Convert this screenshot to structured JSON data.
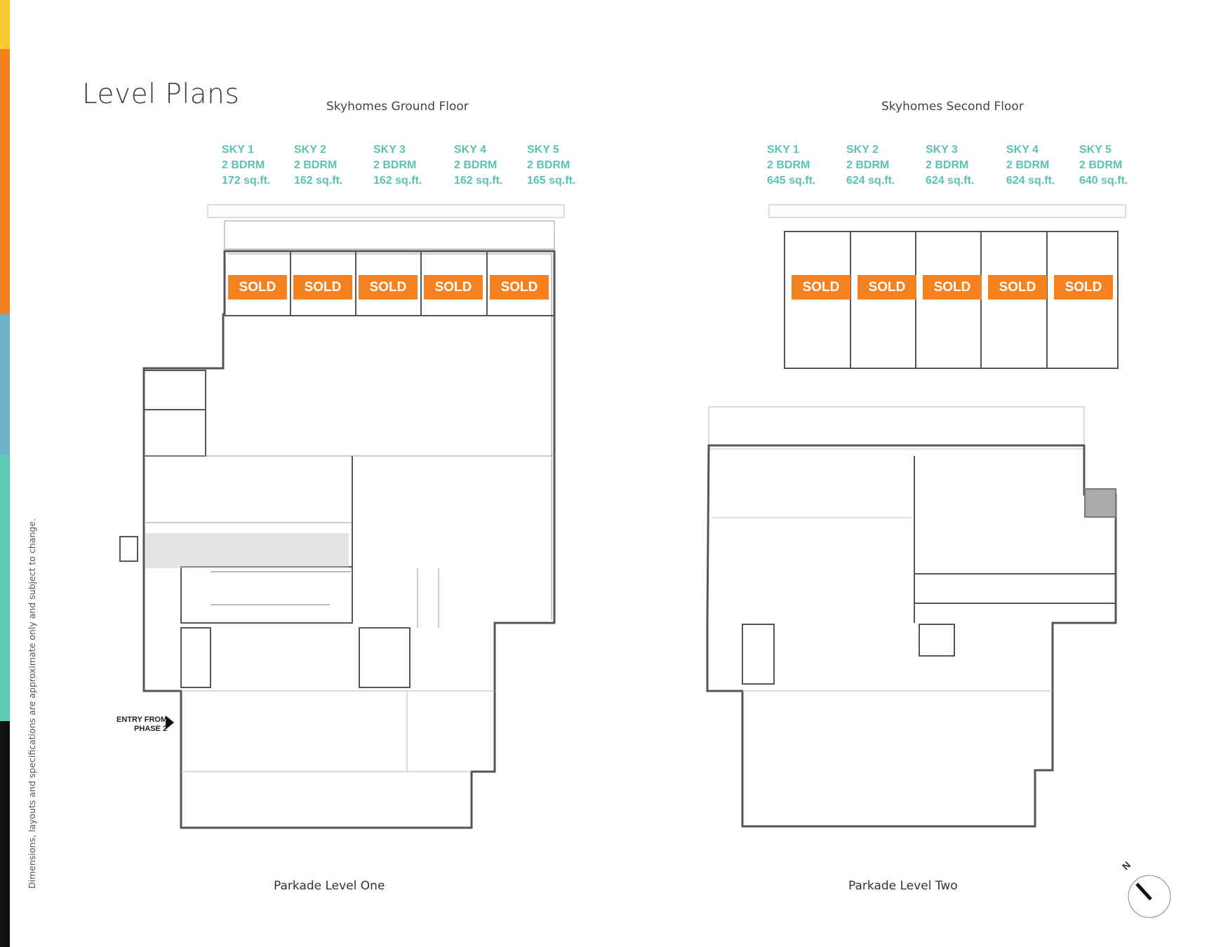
{
  "page": {
    "title": "Level Plans",
    "disclaimer": "Dimensions, layouts and specifications are approximate only and subject to change."
  },
  "ground_floor": {
    "title": "Skyhomes Ground Floor",
    "caption": "Parkade Level One",
    "entry_label_1": "ENTRY FROM",
    "entry_label_2": "PHASE 2",
    "units": [
      {
        "name": "SKY 1",
        "beds": "2 BDRM",
        "area": "172 sq.ft.",
        "status": "SOLD"
      },
      {
        "name": "SKY 2",
        "beds": "2 BDRM",
        "area": "162 sq.ft.",
        "status": "SOLD"
      },
      {
        "name": "SKY 3",
        "beds": "2 BDRM",
        "area": "162 sq.ft.",
        "status": "SOLD"
      },
      {
        "name": "SKY 4",
        "beds": "2 BDRM",
        "area": "162 sq.ft.",
        "status": "SOLD"
      },
      {
        "name": "SKY 5",
        "beds": "2 BDRM",
        "area": "165 sq.ft.",
        "status": "SOLD"
      }
    ]
  },
  "second_floor": {
    "title": "Skyhomes Second Floor",
    "caption": "Parkade Level Two",
    "units": [
      {
        "name": "SKY 1",
        "beds": "2 BDRM",
        "area": "645 sq.ft.",
        "status": "SOLD"
      },
      {
        "name": "SKY 2",
        "beds": "2 BDRM",
        "area": "624 sq.ft.",
        "status": "SOLD"
      },
      {
        "name": "SKY 3",
        "beds": "2 BDRM",
        "area": "624 sq.ft.",
        "status": "SOLD"
      },
      {
        "name": "SKY 4",
        "beds": "2 BDRM",
        "area": "624 sq.ft.",
        "status": "SOLD"
      },
      {
        "name": "SKY 5",
        "beds": "2 BDRM",
        "area": "640 sq.ft.",
        "status": "SOLD"
      }
    ]
  },
  "compass": {
    "label": "N"
  },
  "colors": {
    "accent_teal": "#5cc2b3",
    "sold_orange": "#f58220",
    "stripe_yellow": "#f9c930",
    "stripe_orange": "#f58220",
    "stripe_blue": "#6fb1c8",
    "stripe_teal": "#5ccbb5",
    "stripe_black": "#111111"
  }
}
